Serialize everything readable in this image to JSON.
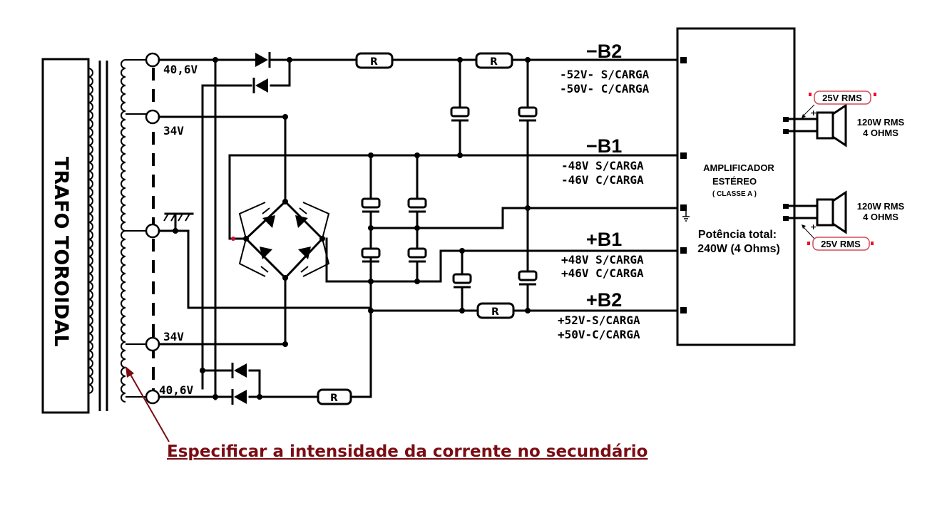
{
  "transformer": {
    "label": "TRAFO TOROIDAL"
  },
  "taps": {
    "top": "40,6V",
    "upper": "34V",
    "lower": "34V",
    "bottom": "40,6V"
  },
  "resistor_label": "R",
  "rails": {
    "neg_b2": {
      "name": "−B2",
      "no_load": "-52V- S/CARGA",
      "load": "-50V- C/CARGA"
    },
    "neg_b1": {
      "name": "−B1",
      "no_load": "-48V S/CARGA",
      "load": "-46V C/CARGA"
    },
    "pos_b1": {
      "name": "+B1",
      "no_load": "+48V S/CARGA",
      "load": "+46V C/CARGA"
    },
    "pos_b2": {
      "name": "+B2",
      "no_load": "+52V-S/CARGA",
      "load": "+50V-C/CARGA"
    }
  },
  "amplifier": {
    "line1": "AMPLIFICADOR",
    "line2": "ESTÉREO",
    "line3": "( CLASSE A )"
  },
  "power_total": {
    "line1": "Potência total:",
    "line2": "240W (4 Ohms)"
  },
  "speakers": [
    {
      "rms_badge": "25V RMS",
      "power": "120W RMS",
      "impedance": "4 OHMS"
    },
    {
      "rms_badge": "25V RMS",
      "power": "120W RMS",
      "impedance": "4 OHMS"
    }
  ],
  "annotation": "Especificar a intensidade da corrente no secundário",
  "colors": {
    "annotation": "#7a0c12",
    "badge_marker": "#e8132a",
    "badge_border": "#d24b5a"
  }
}
